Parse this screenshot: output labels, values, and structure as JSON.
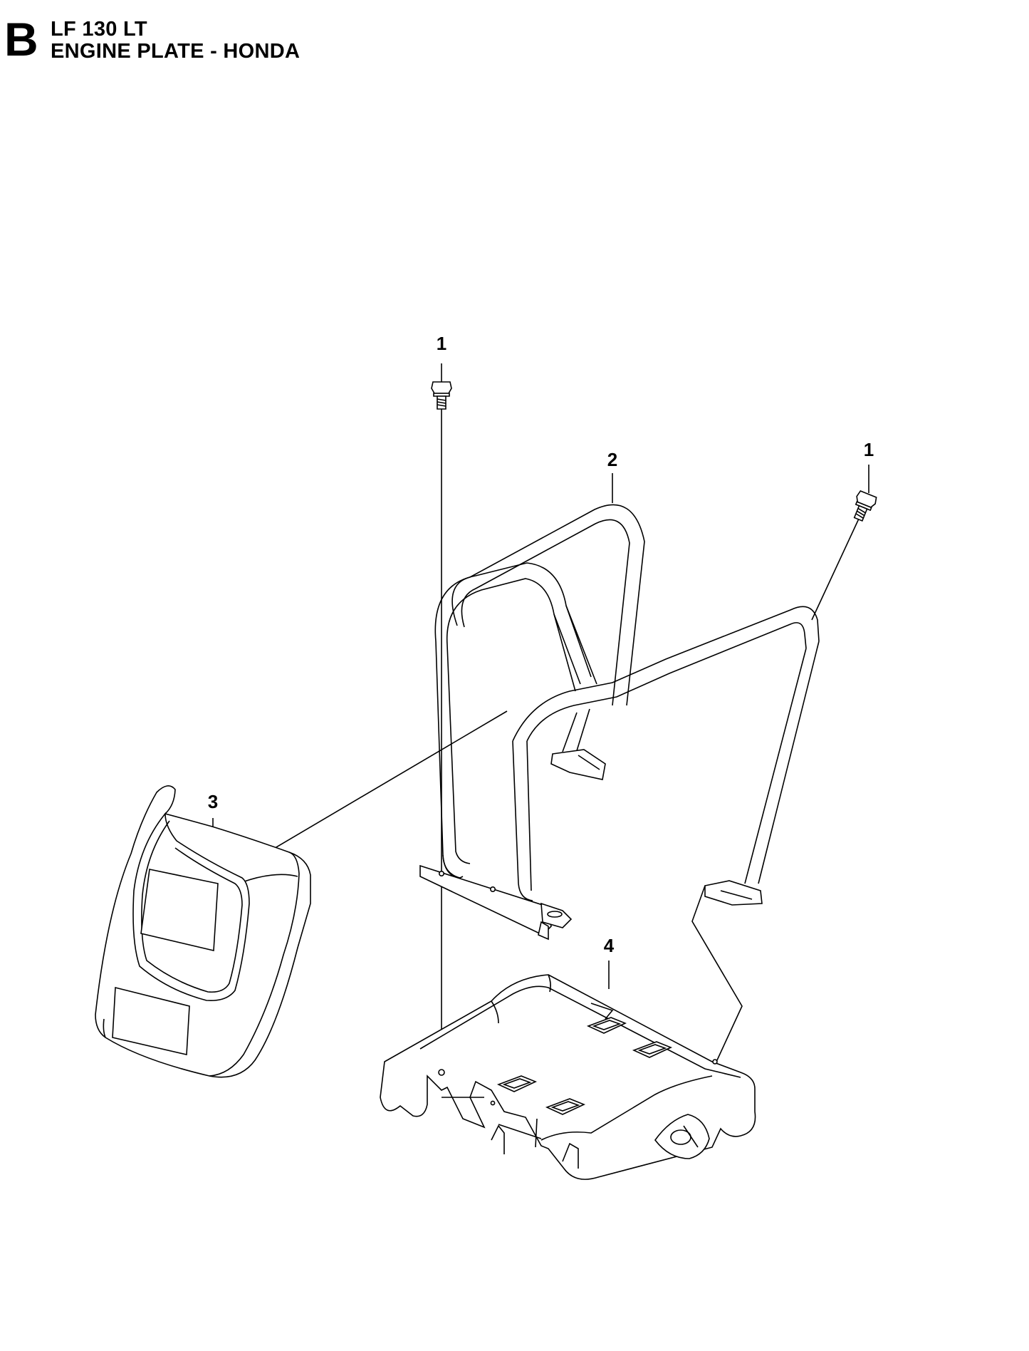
{
  "page": {
    "section_letter": "B",
    "model": "LF 130 LT",
    "title": "ENGINE PLATE - HONDA"
  },
  "callouts": [
    {
      "id": "bolt-left",
      "label": "1"
    },
    {
      "id": "bolt-right",
      "label": "1"
    },
    {
      "id": "handle-bar",
      "label": "2"
    },
    {
      "id": "cover",
      "label": "3"
    },
    {
      "id": "engine-plate",
      "label": "4"
    }
  ],
  "colors": {
    "line": "#000000",
    "fill": "#ffffff",
    "shade": "#e6e6e6"
  }
}
